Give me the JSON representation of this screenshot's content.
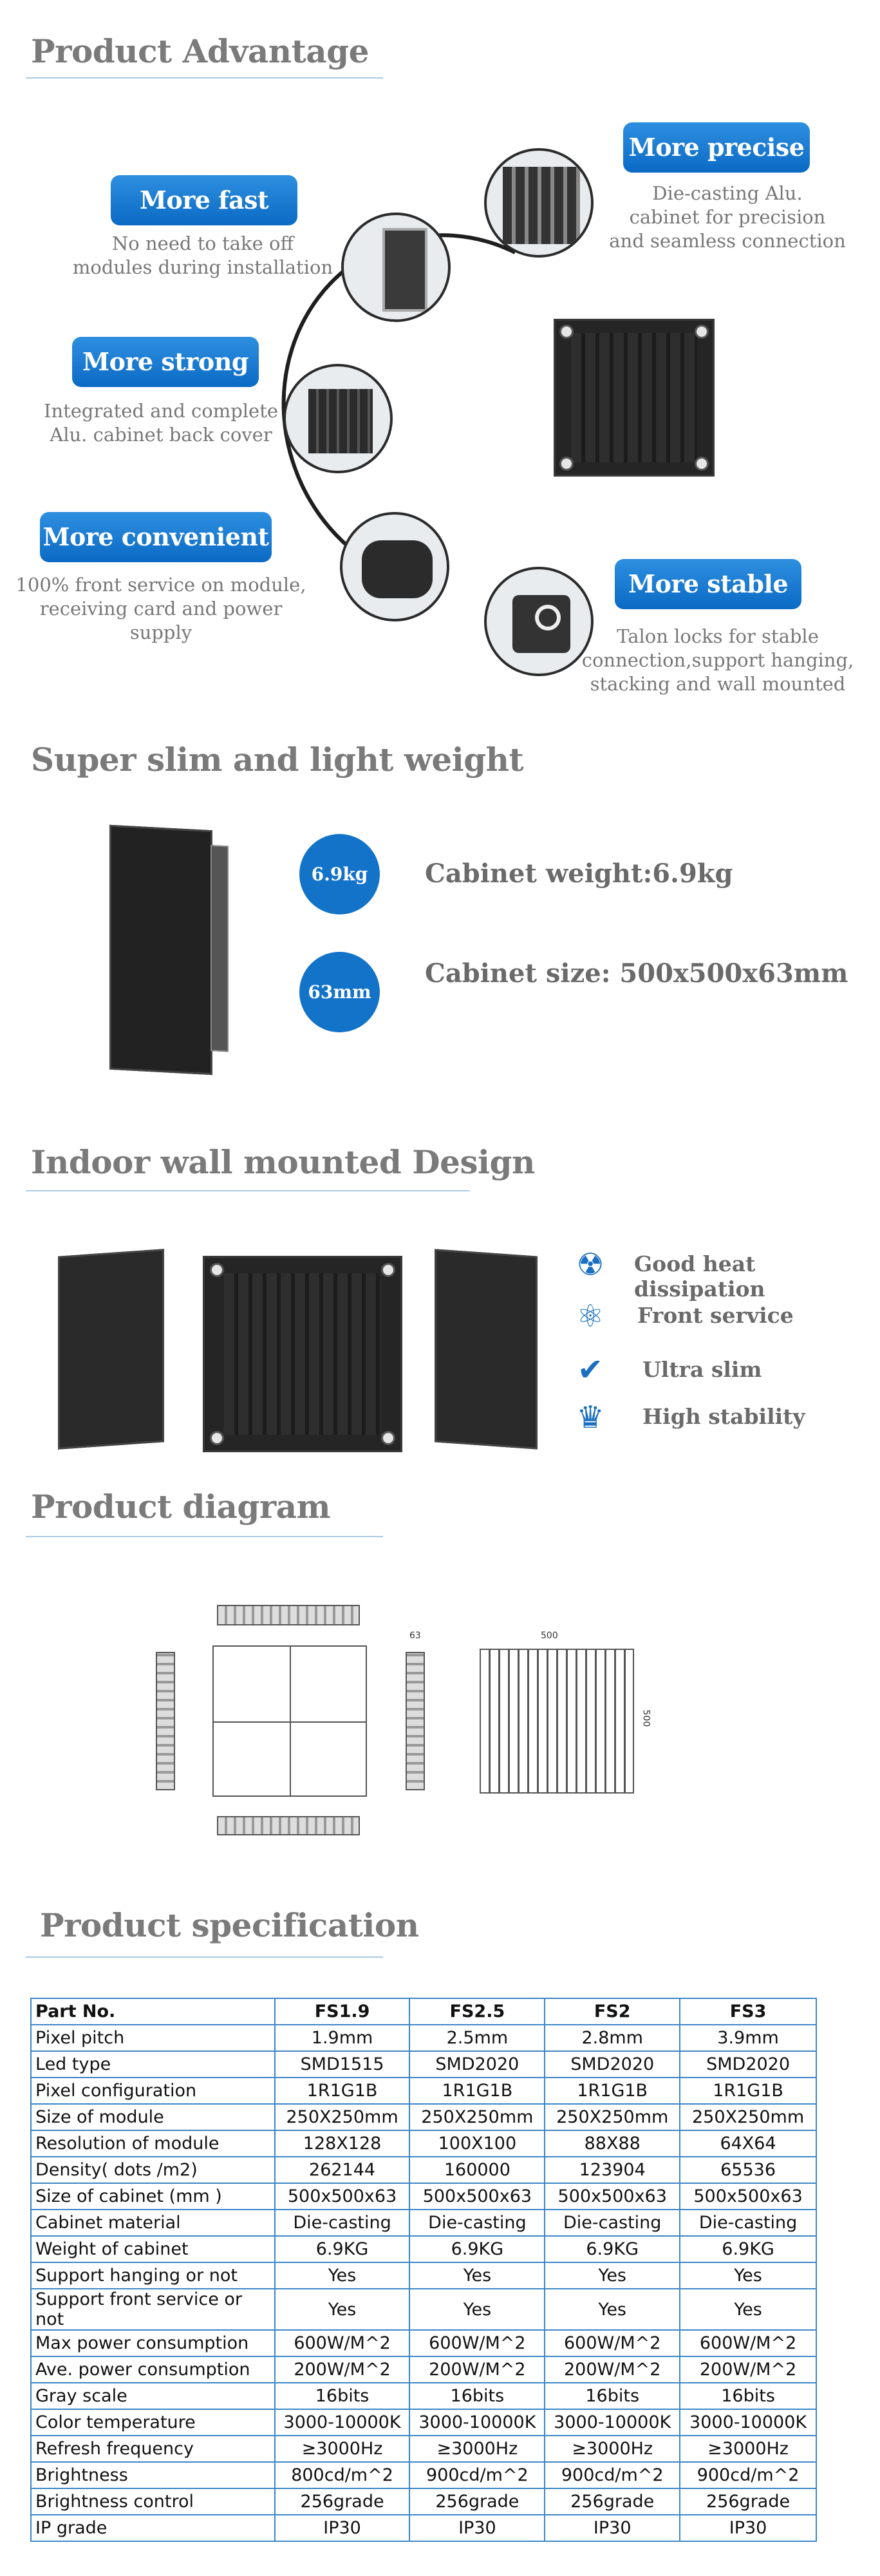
{
  "sections": {
    "advantage": "Product Advantage",
    "slim": "Super slim and light weight",
    "indoor": "Indoor wall mounted Design",
    "diagram": "Product diagram",
    "spec": "Product specification"
  },
  "advantages": [
    {
      "label": "More fast",
      "lines": [
        "No need to take off",
        "modules during installation"
      ]
    },
    {
      "label": "More strong",
      "lines": [
        "Integrated and complete",
        "Alu. cabinet back cover"
      ]
    },
    {
      "label": "More convenient",
      "lines": [
        "100% front service on module,",
        "receiving card and power supply"
      ]
    },
    {
      "label": "More precise",
      "lines": [
        "Die-casting Alu.",
        "cabinet for precision",
        "and seamless  connection"
      ]
    },
    {
      "label": "More stable",
      "lines": [
        "Talon locks for  stable",
        "connection,support  hanging,",
        "stacking and wall mounted"
      ]
    }
  ],
  "slim": {
    "badge_weight": "6.9kg",
    "badge_size": "63mm",
    "weight_text": "Cabinet weight:6.9kg",
    "size_text": "Cabinet size: 500x500x63mm"
  },
  "features": [
    {
      "label": "Good heat dissipation",
      "icon": "heat-dissipation-icon"
    },
    {
      "label": "Front service",
      "icon": "atom-icon"
    },
    {
      "label": "Ultra slim",
      "icon": "checkmark-icon"
    },
    {
      "label": "High stability",
      "icon": "trophy-icon"
    }
  ],
  "diagram": {
    "dim_width": "500",
    "dim_height": "500",
    "dim_depth": "63"
  },
  "table": {
    "headers": [
      "Part No.",
      "FS1.9",
      "FS2.5",
      "FS2",
      "FS3"
    ],
    "rows": [
      [
        "Pixel pitch",
        "1.9mm",
        "2.5mm",
        "2.8mm",
        "3.9mm"
      ],
      [
        "Led type",
        "SMD1515",
        "SMD2020",
        "SMD2020",
        "SMD2020"
      ],
      [
        "Pixel configuration",
        "1R1G1B",
        "1R1G1B",
        "1R1G1B",
        "1R1G1B"
      ],
      [
        "Size of module",
        "250X250mm",
        "250X250mm",
        "250X250mm",
        "250X250mm"
      ],
      [
        "Resolution of module",
        "128X128",
        "100X100",
        "88X88",
        "64X64"
      ],
      [
        "Density( dots /m2)",
        "262144",
        "160000",
        "123904",
        "65536"
      ],
      [
        "Size of cabinet (mm )",
        "500x500x63",
        "500x500x63",
        "500x500x63",
        "500x500x63"
      ],
      [
        "Cabinet material",
        "Die-casting",
        "Die-casting",
        "Die-casting",
        "Die-casting"
      ],
      [
        "Weight of cabinet",
        "6.9KG",
        "6.9KG",
        "6.9KG",
        "6.9KG"
      ],
      [
        "Support hanging or not",
        "Yes",
        "Yes",
        "Yes",
        "Yes"
      ],
      [
        "Support front service or not",
        "Yes",
        "Yes",
        "Yes",
        "Yes"
      ],
      [
        "Max power consumption",
        "600W/M^2",
        "600W/M^2",
        "600W/M^2",
        "600W/M^2"
      ],
      [
        "Ave. power consumption",
        "200W/M^2",
        "200W/M^2",
        "200W/M^2",
        "200W/M^2"
      ],
      [
        "Gray scale",
        "16bits",
        "16bits",
        "16bits",
        "16bits"
      ],
      [
        "Color temperature",
        "3000-10000K",
        "3000-10000K",
        "3000-10000K",
        "3000-10000K"
      ],
      [
        "Refresh frequency",
        "≥3000Hz",
        "≥3000Hz",
        "≥3000Hz",
        "≥3000Hz"
      ],
      [
        "Brightness",
        "800cd/m^2",
        "900cd/m^2",
        "900cd/m^2",
        "900cd/m^2"
      ],
      [
        "Brightness control",
        "256grade",
        "256grade",
        "256grade",
        "256grade"
      ],
      [
        "IP grade",
        "IP30",
        "IP30",
        "IP30",
        "IP30"
      ]
    ]
  }
}
